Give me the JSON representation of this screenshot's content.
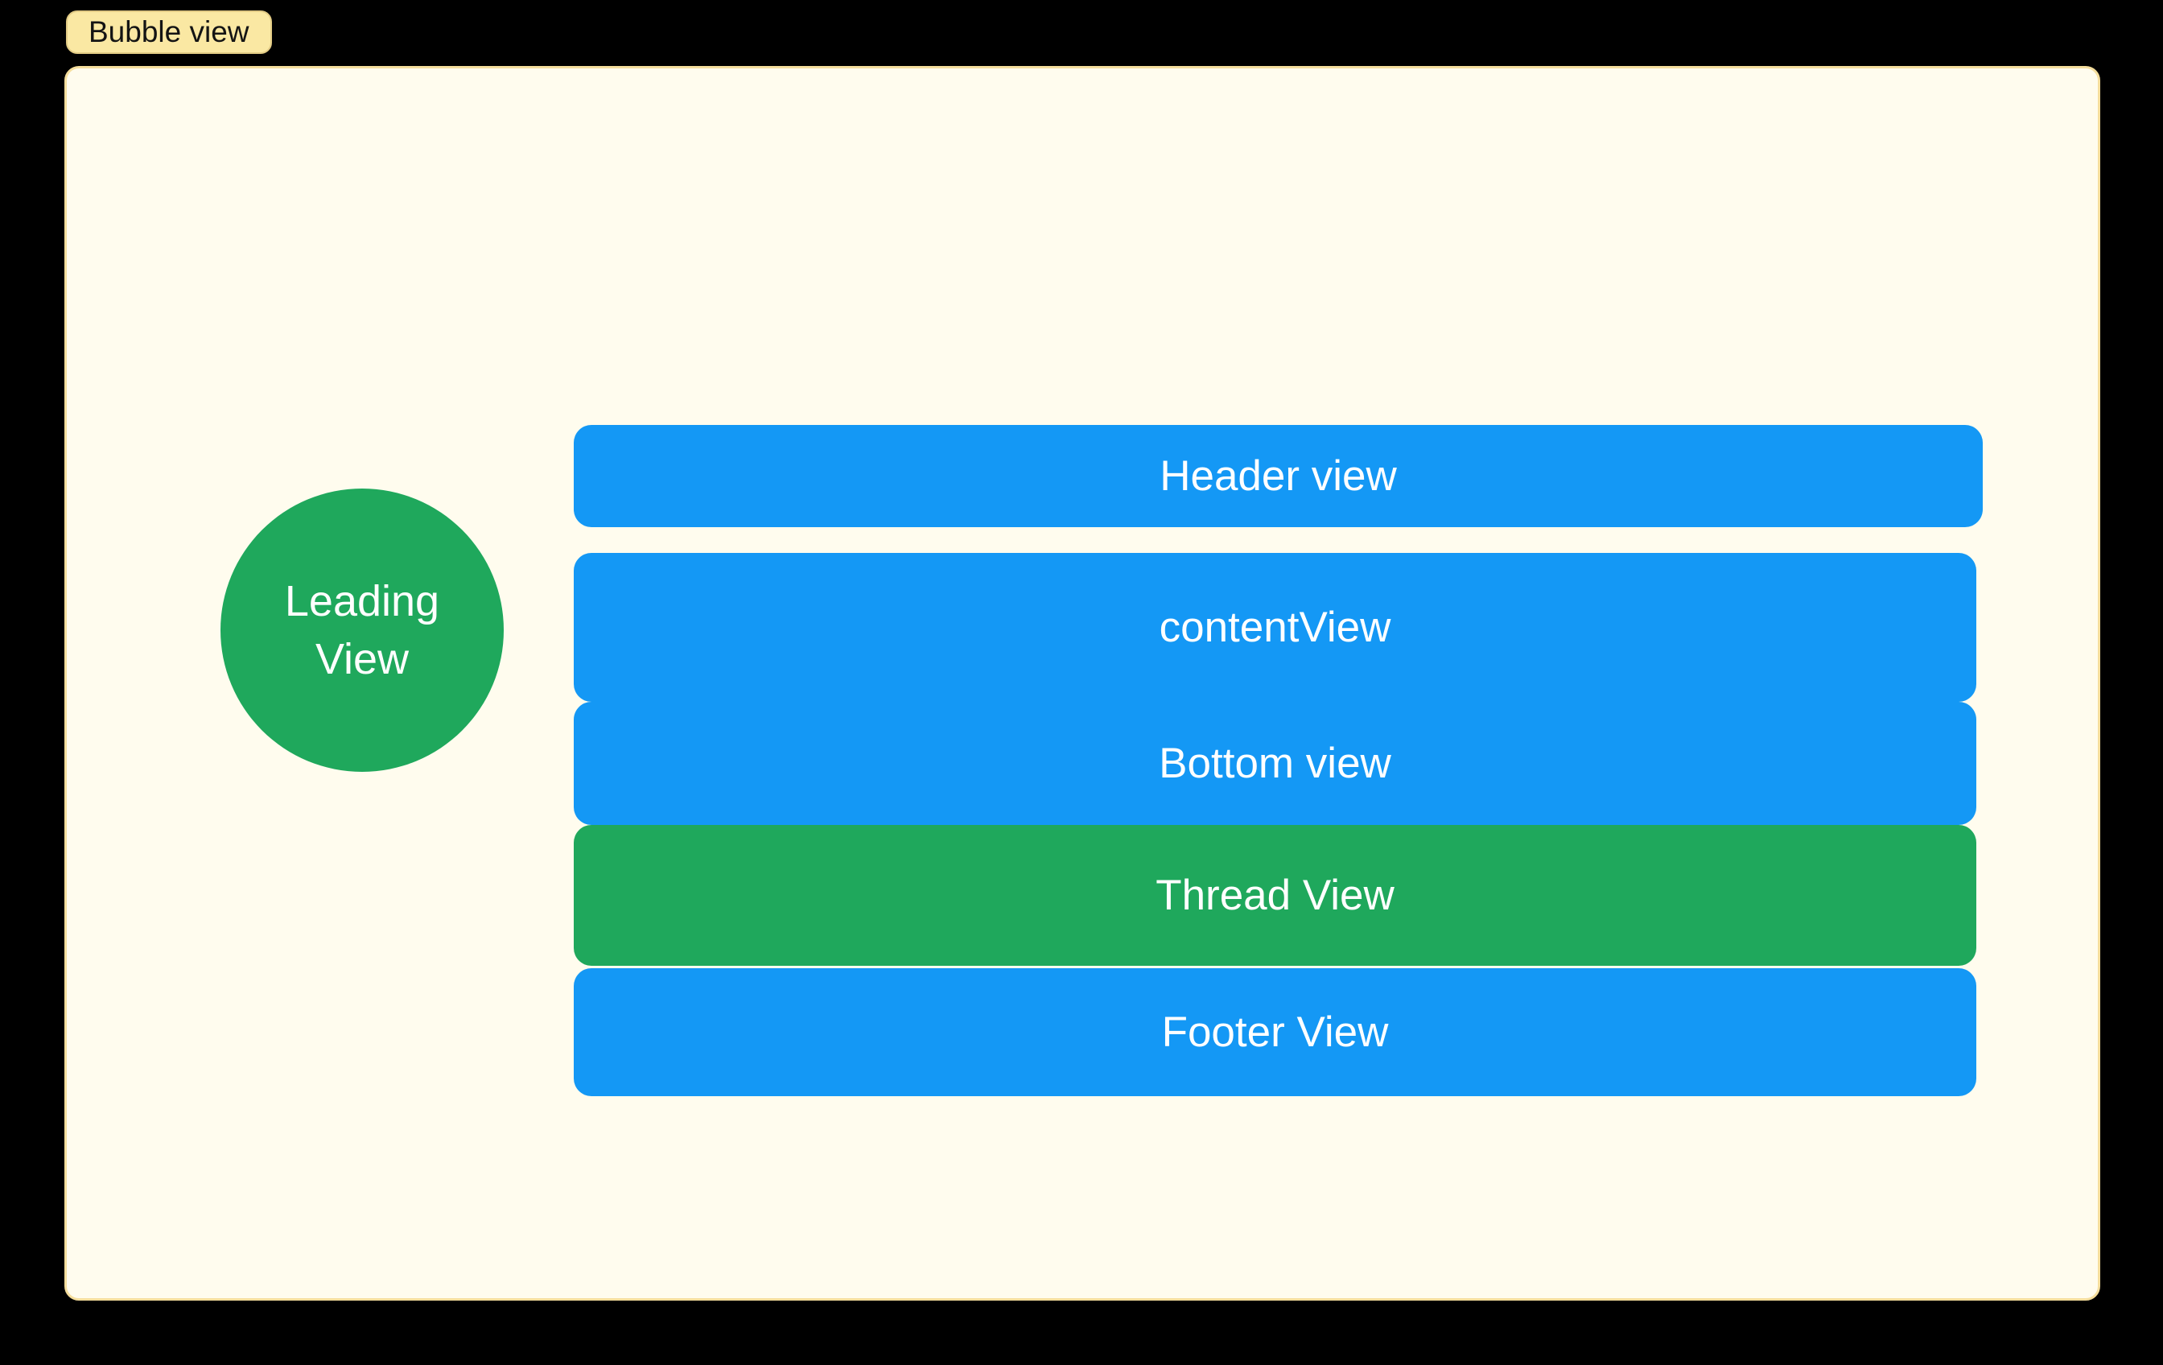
{
  "badge": {
    "label": "Bubble view"
  },
  "colors": {
    "background": "#000000",
    "blue": "#1498F5",
    "green": "#1FA85C",
    "panel_bg": "#FFFCEE",
    "panel_border": "#F5DE9D",
    "badge_bg": "#FAE8A3",
    "badge_text": "#141414",
    "label_text": "#FFFFFF"
  },
  "diagram": {
    "leading_view": {
      "line1": "Leading",
      "line2": "View",
      "color": "green",
      "shape": "circle"
    },
    "bars": [
      {
        "id": "header",
        "label": "Header view",
        "color": "blue"
      },
      {
        "id": "content",
        "label": "contentView",
        "color": "blue"
      },
      {
        "id": "bottom",
        "label": "Bottom view",
        "color": "blue"
      },
      {
        "id": "thread",
        "label": "Thread View",
        "color": "green"
      },
      {
        "id": "footer",
        "label": "Footer View",
        "color": "blue"
      }
    ]
  }
}
